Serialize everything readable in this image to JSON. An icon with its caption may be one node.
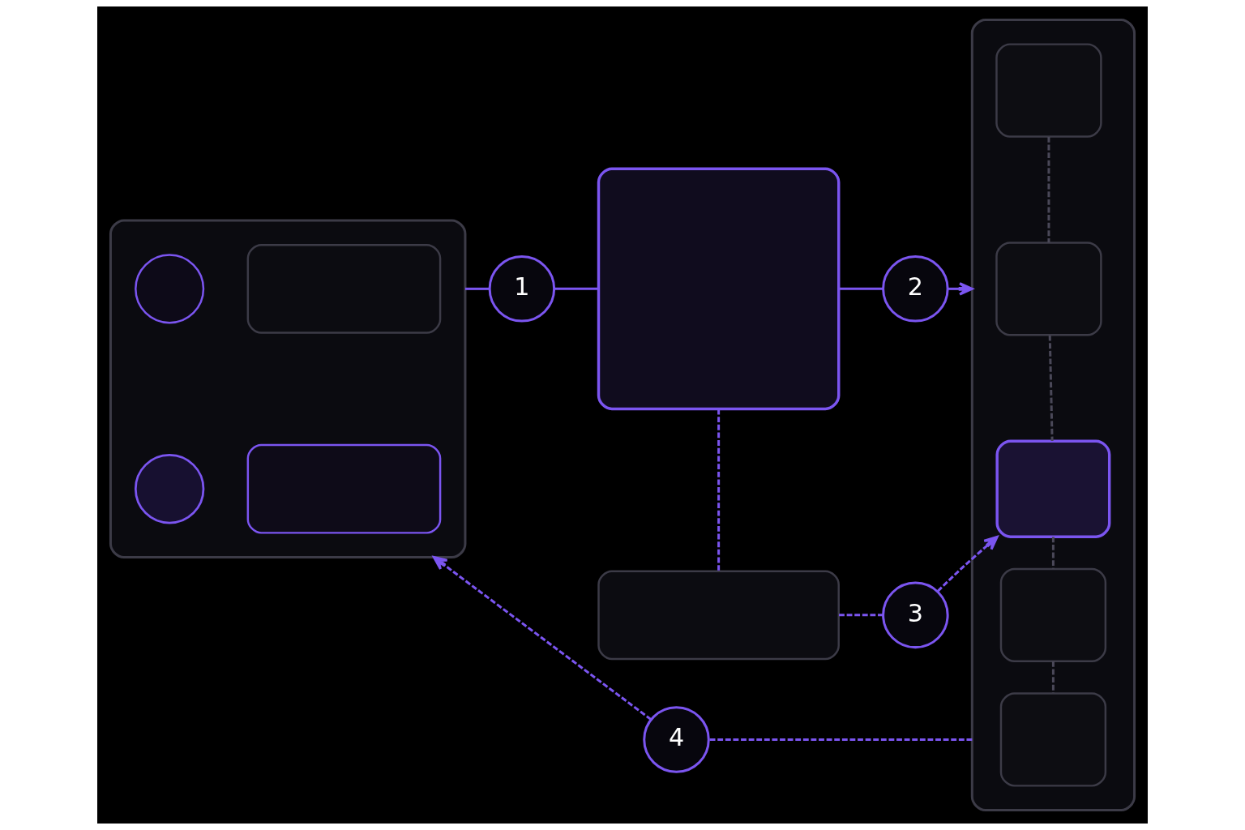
{
  "diagram": {
    "nodes": [
      {
        "text": [],
        "shape": "box"
      },
      {
        "text": [],
        "shape": "circle",
        "in": 0
      },
      {
        "text": [],
        "shape": "box",
        "in": 0
      },
      {
        "text": [],
        "shape": "circle",
        "in": 0
      },
      {
        "text": [],
        "shape": "box",
        "in": 0
      },
      {
        "text": [
          "1"
        ]
      },
      {
        "text": [],
        "shape": "box"
      },
      {
        "text": [],
        "shape": "box"
      },
      {
        "text": [
          "2"
        ]
      },
      {
        "text": [
          "3"
        ]
      },
      {
        "text": [],
        "shape": "box"
      },
      {
        "text": [],
        "shape": "box",
        "in": 10
      },
      {
        "text": [],
        "shape": "box",
        "in": 10
      },
      {
        "text": [],
        "shape": "box",
        "in": 10
      },
      {
        "text": [],
        "shape": "box",
        "in": 10
      },
      {
        "text": [],
        "shape": "box",
        "in": 10
      },
      {
        "text": [
          "4"
        ]
      }
    ],
    "edges": [
      {
        "from": 0,
        "to": 5,
        "arrow": "none"
      },
      {
        "from": 5,
        "to": 6,
        "arrow": "none"
      },
      {
        "from": 6,
        "to": 8,
        "arrow": "none"
      },
      {
        "from": 8,
        "to": 10,
        "arrow": "to"
      },
      {
        "from": 6,
        "to": 7,
        "arrow": "none",
        "style": "dashed"
      },
      {
        "from": 7,
        "to": 9,
        "arrow": "none",
        "style": "dashed"
      },
      {
        "from": 9,
        "to": 13,
        "arrow": "to",
        "style": "dashed"
      },
      {
        "from": 10,
        "to": 16,
        "arrow": "none",
        "style": "dashed"
      },
      {
        "from": 16,
        "to": 0,
        "arrow": "to",
        "style": "dashed"
      },
      {
        "from": 11,
        "to": 12,
        "arrow": "none",
        "style": "dashed",
        "color": "#4a4858"
      },
      {
        "from": 12,
        "to": 13,
        "arrow": "none",
        "style": "dashed",
        "color": "#4a4858"
      },
      {
        "from": 13,
        "to": 14,
        "arrow": "none",
        "style": "dashed",
        "color": "#4a4858"
      },
      {
        "from": 14,
        "to": 15,
        "arrow": "none",
        "style": "dashed",
        "color": "#4a4858"
      }
    ]
  }
}
